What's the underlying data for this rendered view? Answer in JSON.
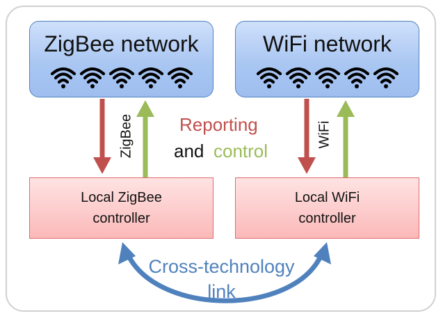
{
  "networks": [
    {
      "title": "ZigBee network"
    },
    {
      "title": "WiFi network"
    }
  ],
  "controllers": [
    {
      "label": "Local ZigBee\ncontroller"
    },
    {
      "label": "Local WiFi\ncontroller"
    }
  ],
  "arrow_labels": {
    "zigbee": "ZigBee",
    "wifi": "WiFi"
  },
  "center_text": {
    "reporting": "Reporting",
    "and": "and",
    "control": "control"
  },
  "link_text": {
    "line1": "Cross-technology",
    "line2": "link"
  },
  "colors": {
    "reporting": "#c0504d",
    "control": "#9bbb59",
    "link": "#4f81bd",
    "net_border": "#4f81bd",
    "ctrl_border": "#e06a6a"
  },
  "icons": [
    "wifi-signal-icon"
  ]
}
